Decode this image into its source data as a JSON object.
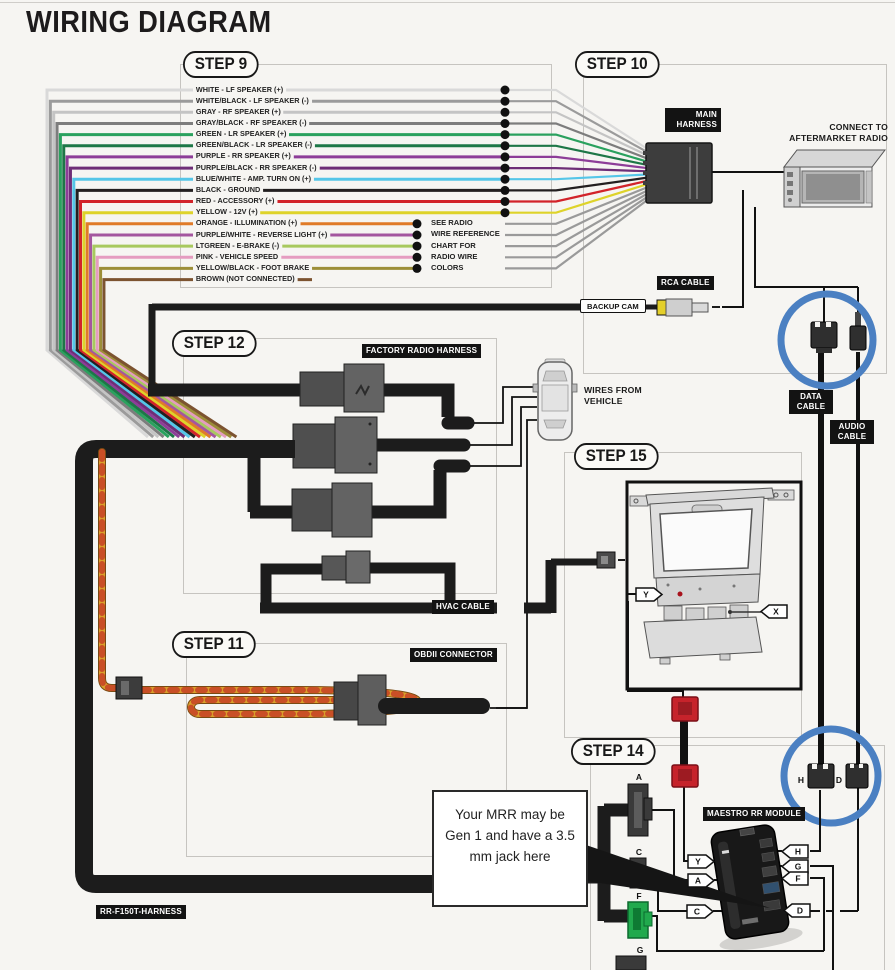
{
  "title": "WIRING DIAGRAM",
  "steps": {
    "s9": "STEP 9",
    "s10": "STEP 10",
    "s11": "STEP 11",
    "s12": "STEP 12",
    "s14": "STEP 14",
    "s15": "STEP 15"
  },
  "step9": {
    "wires": [
      {
        "label": "WHITE - LF SPEAKER (+)",
        "hex": "#ffffff"
      },
      {
        "label": "WHITE/BLACK - LF SPEAKER (-)",
        "hex": "#9b9b9b"
      },
      {
        "label": "GRAY - RF SPEAKER (+)",
        "hex": "#c4c4c4"
      },
      {
        "label": "GRAY/BLACK - RF SPEAKER (-)",
        "hex": "#7d7d7d"
      },
      {
        "label": "GREEN - LR SPEAKER (+)",
        "hex": "#2aa15e"
      },
      {
        "label": "GREEN/BLACK - LR SPEAKER (-)",
        "hex": "#1d7747"
      },
      {
        "label": "PURPLE - RR SPEAKER (+)",
        "hex": "#8d3d98"
      },
      {
        "label": "PURPLE/BLACK - RR SPEAKER (-)",
        "hex": "#6e2e77"
      },
      {
        "label": "BLUE/WHITE - AMP. TURN ON (+)",
        "hex": "#55c6e8"
      },
      {
        "label": "BLACK - GROUND",
        "hex": "#231f20"
      },
      {
        "label": "RED - ACCESSORY (+)",
        "hex": "#d2232a"
      },
      {
        "label": "YELLOW - 12V (+)",
        "hex": "#ded32a"
      },
      {
        "label": "ORANGE - ILLUMINATION (+)",
        "hex": "#e07b28"
      },
      {
        "label": "PURPLE/WHITE - REVERSE LIGHT (+)",
        "hex": "#a4569f"
      },
      {
        "label": "LTGREEN - E-BRAKE (-)",
        "hex": "#a8c95e"
      },
      {
        "label": "PINK - VEHICLE SPEED",
        "hex": "#e59cc0"
      },
      {
        "label": "YELLOW/BLACK - FOOT BRAKE",
        "hex": "#9c8e38"
      },
      {
        "label": "BROWN (NOT CONNECTED)",
        "hex": "#7c5330"
      }
    ],
    "notes": [
      "SEE RADIO",
      "WIRE REFERENCE",
      "CHART FOR",
      "RADIO WIRE",
      "COLORS"
    ]
  },
  "step10": {
    "main_harness": "MAIN\nHARNESS",
    "connect_note": "CONNECT TO\nAFTERMARKET RADIO",
    "rca": "RCA CABLE",
    "backup_cam": "BACKUP CAM"
  },
  "cables": {
    "data": "DATA\nCABLE",
    "audio": "AUDIO\nCABLE",
    "hvac": "HVAC CABLE"
  },
  "step12": {
    "factory": "FACTORY RADIO HARNESS",
    "vehicle_note": "WIRES FROM\nVEHICLE"
  },
  "step11": {
    "obdii": "OBDII CONNECTOR"
  },
  "step15": {
    "tag_x": "X",
    "tag_y": "Y"
  },
  "step14": {
    "module": "MAESTRO RR MODULE",
    "harness": "RR-F150T-HARNESS",
    "connector_letters": [
      "A",
      "C",
      "F",
      "G"
    ],
    "tags_left": [
      "Y",
      "A",
      "C"
    ],
    "tags_right": [
      "H",
      "G",
      "F",
      "D"
    ],
    "circle_labels": [
      "H",
      "D"
    ]
  },
  "callout": {
    "text": "Your MRR may be\nGen 1 and have a 3.5\nmm jack here"
  },
  "colors": {
    "circle_blue": "#4b80c2",
    "wire_gray": "#9a9a9a",
    "twist_yellow": "#d9a02a",
    "twist_red": "#c94f26",
    "connector_green": "#21a94d",
    "connector_red": "#c6232b"
  }
}
